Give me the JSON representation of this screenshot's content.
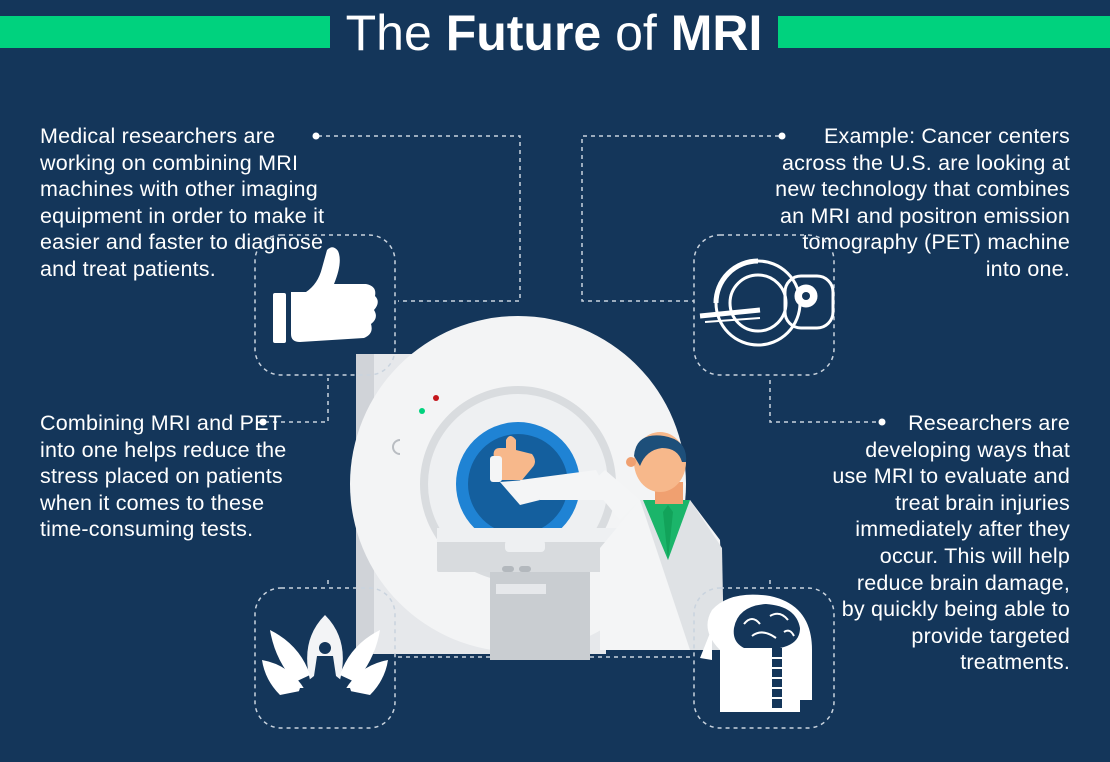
{
  "header": {
    "title_pre": "The ",
    "title_bold1": "Future",
    "title_mid": " of ",
    "title_bold2": "MRI"
  },
  "callouts": {
    "top_left": "Medical researchers are working on combining MRI machines with other imaging equipment in order to make it easier and faster to diagnose and treat patients.",
    "top_right": "Example: Cancer centers across the U.S. are looking at new technology that combines an MRI and positron emission tomography (PET) machine into one.",
    "bottom_left": "Combining MRI and PET into one helps reduce the stress placed on patients when it comes to these time-consuming tests.",
    "bottom_right": "Researchers are developing ways that use MRI to evaluate and treat brain injuries immediately after they occur. This will help reduce brain damage, by quickly being able to provide targeted treatments."
  },
  "icons": {
    "top_left": "thumbs-up-icon",
    "top_right": "pet-mri-scanner-icon",
    "bottom_left": "meditation-icon",
    "bottom_right": "head-brain-icon"
  },
  "colors": {
    "background": "#14365a",
    "accent": "#00d27e",
    "text": "#ffffff",
    "scanner_blue": "#1f83d4"
  }
}
